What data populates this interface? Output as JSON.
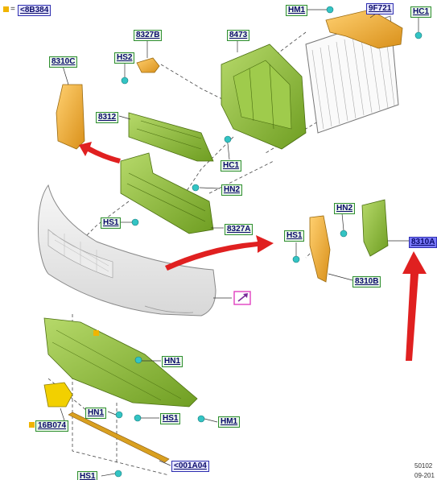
{
  "callouts": {
    "legend_ref": "<8B384",
    "legend_eq": "=",
    "hm1_top": "HM1",
    "p9f721": "9F721",
    "hc1_top": "HC1",
    "p8327b": "8327B",
    "p8473": "8473",
    "p8310c": "8310C",
    "hs2": "HS2",
    "p8312": "8312",
    "hc1_mid": "HC1",
    "hn2_mid": "HN2",
    "hs1_mid": "HS1",
    "p8327a": "8327A",
    "hs1_right": "HS1",
    "hn2_right": "HN2",
    "p8310a": "8310A",
    "p8310b": "8310B",
    "hn1_mid": "HN1",
    "p16b074": "16B074",
    "hn1_low": "HN1",
    "hs1_low": "HS1",
    "hm1_low": "HM1",
    "p001a04": "<001A04",
    "hs1_bottom": "HS1"
  },
  "footer": {
    "code": "50102",
    "date": "09-201"
  },
  "colors": {
    "green_part": "#8fc03a",
    "orange_part": "#f2b233",
    "arrow_red": "#e02020",
    "label_green": "#2f8f2f",
    "label_blue": "#2f2fb0",
    "fastener_cyan": "#33c4c4",
    "link_icon": "#e040c0"
  }
}
